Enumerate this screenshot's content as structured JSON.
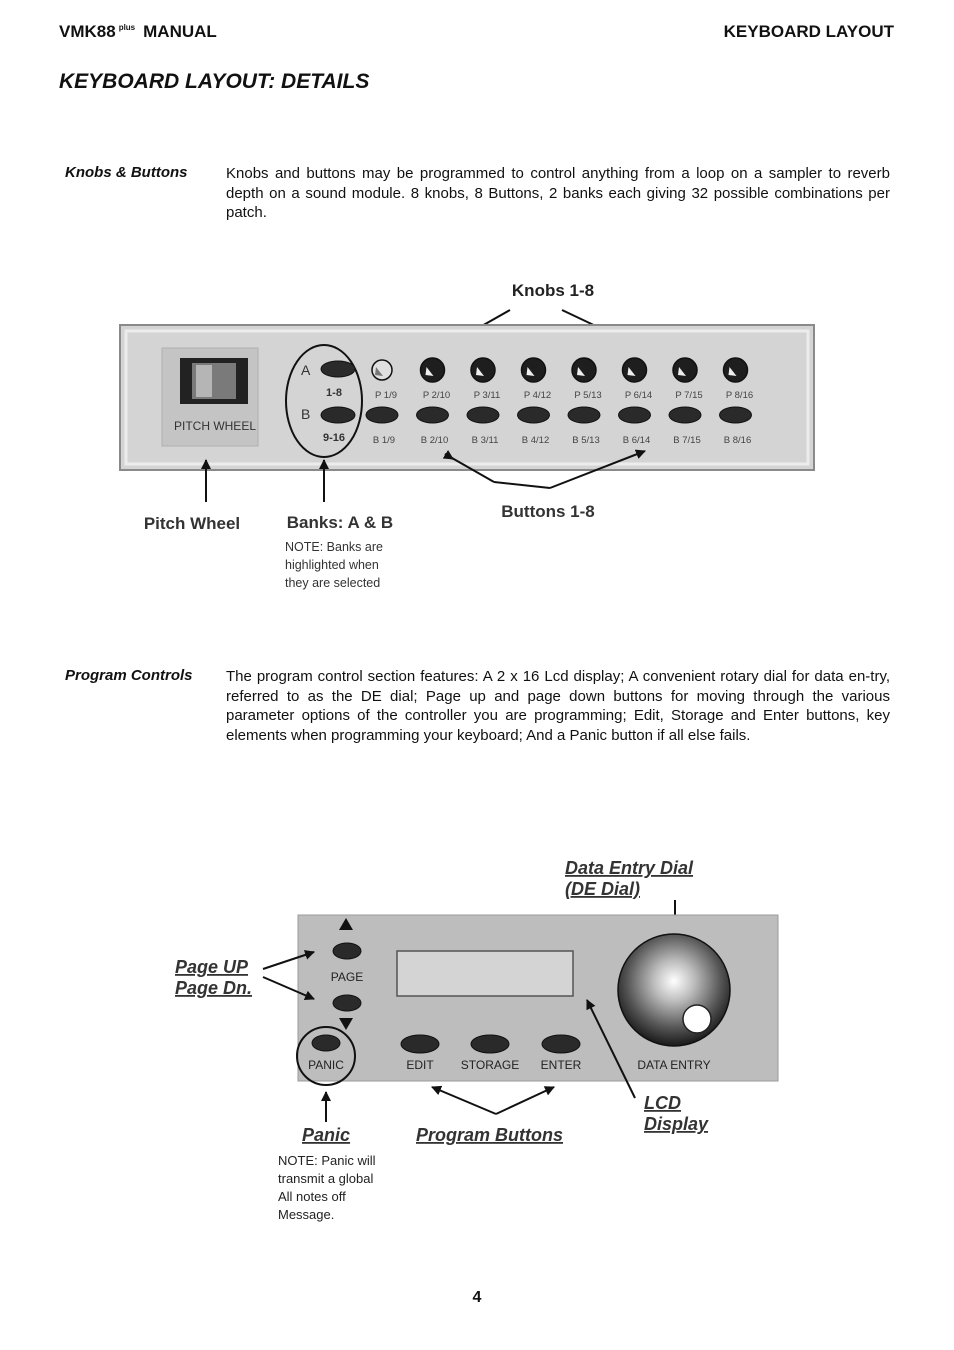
{
  "header": {
    "model": "VMK88",
    "model_sup": "plus",
    "manual": "MANUAL",
    "section": "KEYBOARD LAYOUT"
  },
  "title": "KEYBOARD LAYOUT: DETAILS",
  "sections": [
    {
      "label": "Knobs & Buttons",
      "text": "Knobs and buttons may be programmed to control anything from a loop on a sampler to reverb depth on a sound module. 8 knobs, 8 Buttons, 2 banks each giving 32 possible combinations per patch."
    },
    {
      "label": "Program Controls",
      "text": "The program control section features: A 2 x 16 Lcd display; A convenient rotary dial for data en-try, referred to as the DE dial; Page up and page down buttons for moving through the various parameter options of the controller you are programming; Edit, Storage and Enter buttons, key elements when programming your keyboard; And a Panic button if all else fails."
    }
  ],
  "figure1": {
    "knobs_label": "Knobs 1-8",
    "pitch_wheel_panel": "PITCH WHEEL",
    "bank_a": "A",
    "bank_b": "B",
    "bank_a_range": "1-8",
    "bank_b_range": "9-16",
    "knob_labels": [
      "P 1/9",
      "P 2/10",
      "P 3/11",
      "P 4/12",
      "P 5/13",
      "P 6/14",
      "P 7/15",
      "P 8/16"
    ],
    "button_labels": [
      "B 1/9",
      "B 2/10",
      "B 3/11",
      "B 4/12",
      "B 5/13",
      "B 6/14",
      "B 7/15",
      "B 8/16"
    ],
    "pitch_wheel_caption": "Pitch Wheel",
    "banks_caption": "Banks: A & B",
    "banks_note": [
      "NOTE: Banks are",
      "highlighted when",
      "they are selected"
    ],
    "buttons_label": "Buttons 1-8"
  },
  "figure2": {
    "de_dial_label": [
      "Data Entry Dial",
      "(DE Dial)"
    ],
    "page_label": "PAGE",
    "page_callout": [
      "Page UP",
      "Page Dn."
    ],
    "panic_button": "PANIC",
    "edit_button": "EDIT",
    "storage_button": "STORAGE",
    "enter_button": "ENTER",
    "data_entry": "DATA ENTRY",
    "lcd_callout": [
      "LCD",
      "Display"
    ],
    "panic_caption": "Panic",
    "program_buttons_caption": "Program Buttons",
    "panic_note": [
      "NOTE: Panic will",
      "transmit a global",
      "All notes off",
      "Message."
    ]
  },
  "page_number": "4"
}
